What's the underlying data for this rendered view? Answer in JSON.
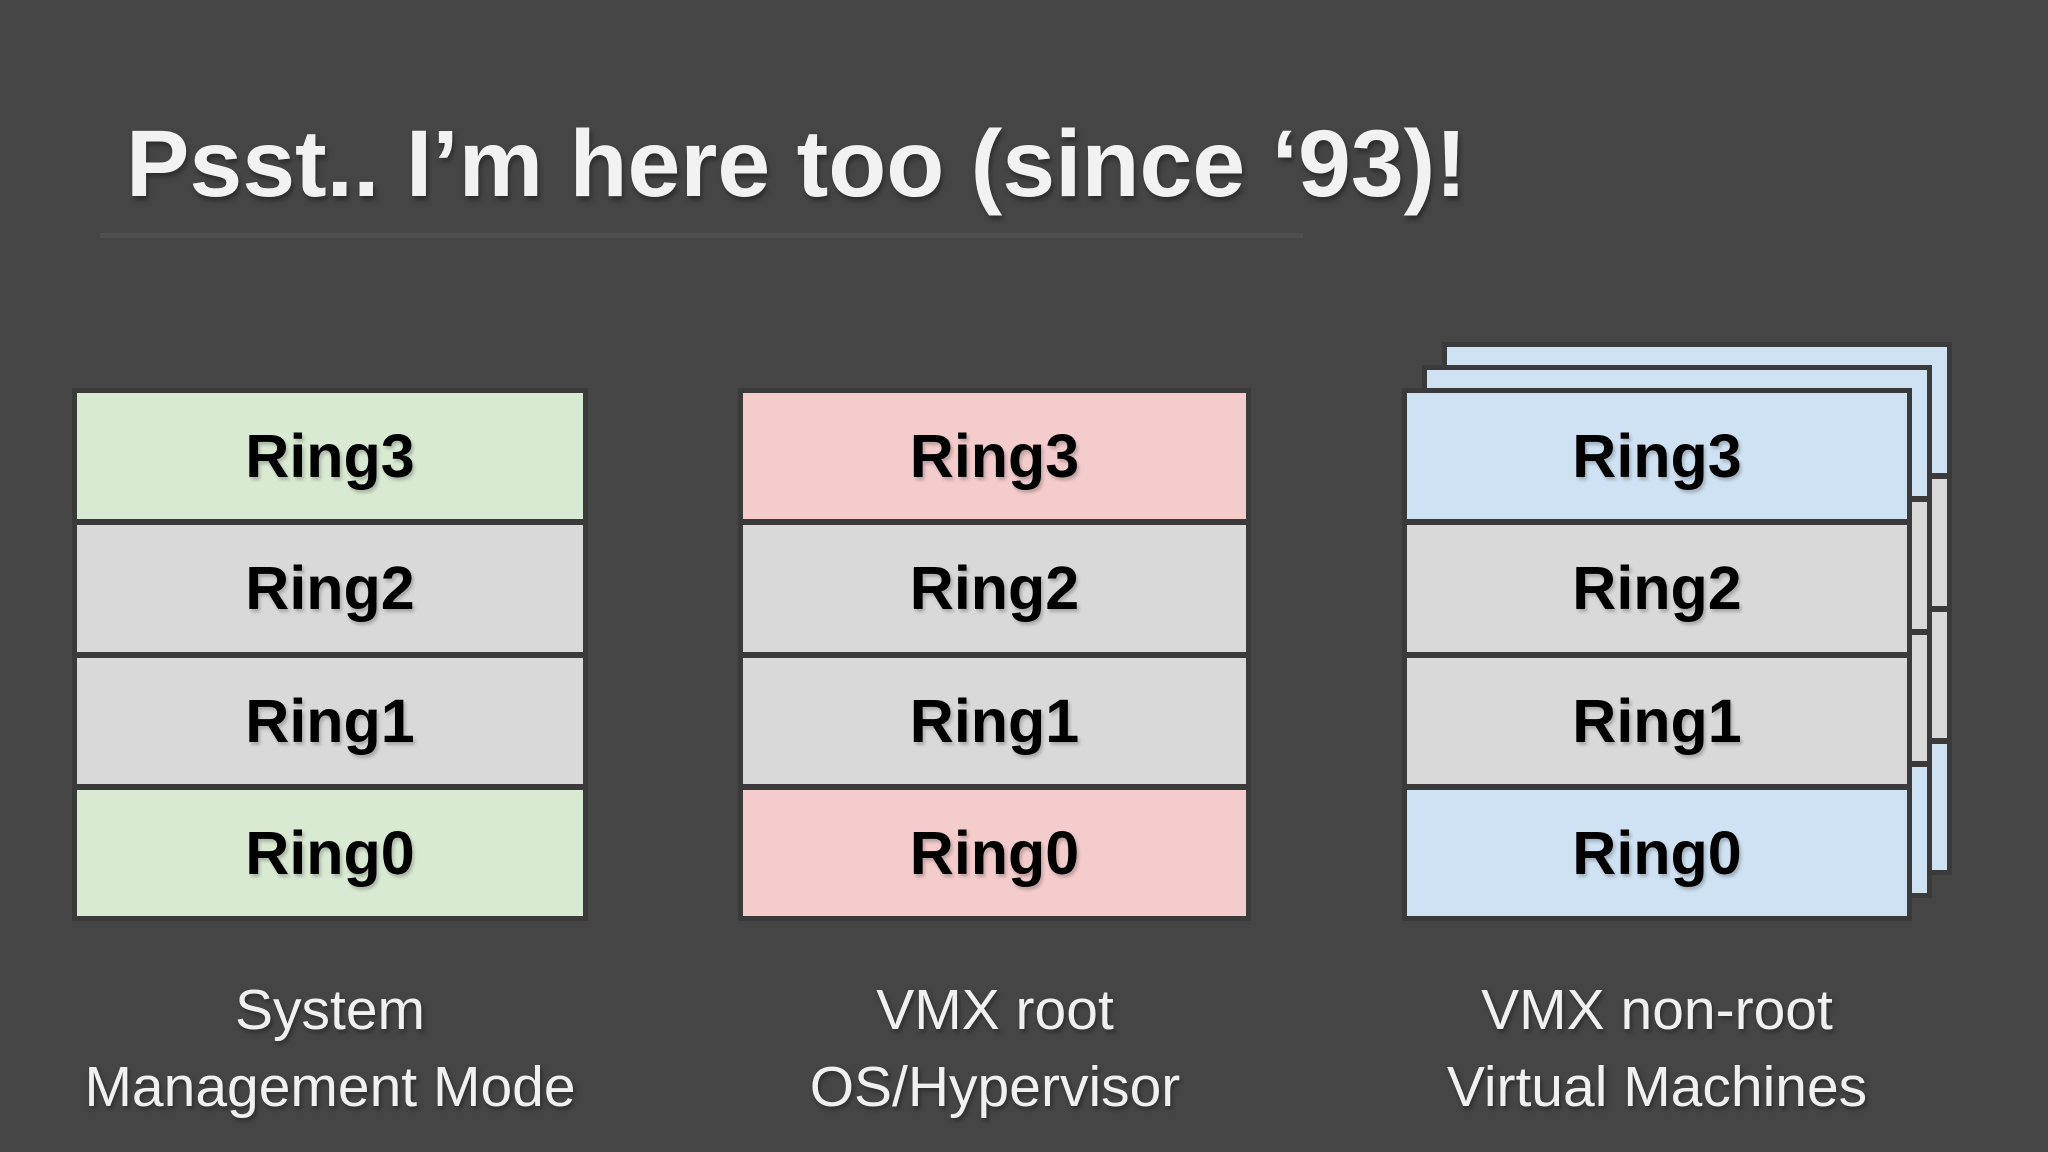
{
  "slide": {
    "title": "Psst.. I’m here too (since ‘93)!",
    "background": "#454545"
  },
  "colors": {
    "green": "#d9ead3",
    "gray": "#d9d9d9",
    "pink": "#f4cccc",
    "blue": "#cfe2f3",
    "backing_dark": "#3a3a3a",
    "divider": "#4e4e4e",
    "title_text": "#f2f2f2",
    "caption_text": "#f0f0f0",
    "ring_text": "#000000"
  },
  "diagrams": [
    {
      "id": "system-management-mode",
      "rings": [
        "Ring3",
        "Ring2",
        "Ring1",
        "Ring0"
      ],
      "caption_line1": "System",
      "caption_line2": "Management Mode",
      "accent_fill": "#d9ead3",
      "stacked_pages": 1
    },
    {
      "id": "vmx-root",
      "rings": [
        "Ring3",
        "Ring2",
        "Ring1",
        "Ring0"
      ],
      "caption_line1": "VMX root",
      "caption_line2": "OS/Hypervisor",
      "accent_fill": "#f4cccc",
      "stacked_pages": 1
    },
    {
      "id": "vmx-non-root",
      "rings": [
        "Ring3",
        "Ring2",
        "Ring1",
        "Ring0"
      ],
      "caption_line1": "VMX non-root",
      "caption_line2": "Virtual Machines",
      "accent_fill": "#cfe2f3",
      "stacked_pages": 3
    }
  ]
}
